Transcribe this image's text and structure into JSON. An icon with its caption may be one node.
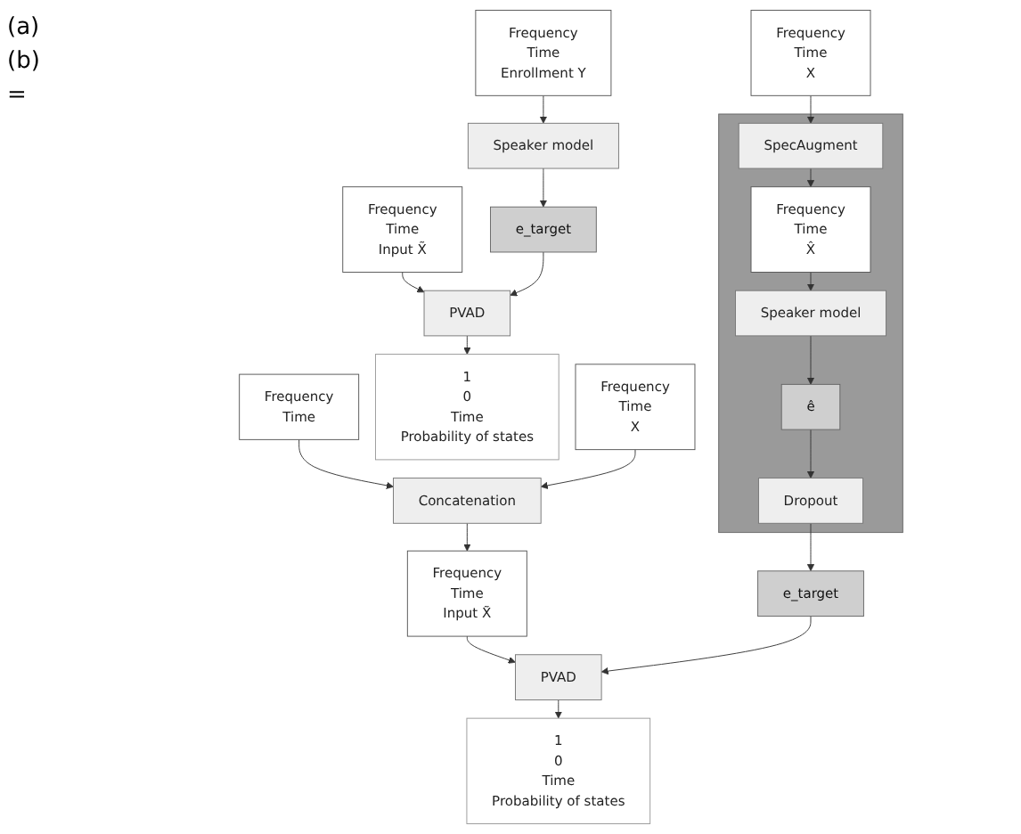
{
  "diagram": {
    "nodes": [
      {
        "text": [
          "Frequency",
          "Time",
          "Input X̃"
        ]
      },
      {
        "text": [
          "Frequency",
          "Time",
          "Enrollment Y"
        ]
      },
      {
        "text": [
          "Speaker model"
        ]
      },
      {
        "text": [
          "e_target"
        ]
      },
      {
        "text": [
          "PVAD"
        ]
      },
      {
        "text": [
          "1",
          "0",
          "Time",
          "Probability of states"
        ]
      },
      {
        "text": [
          "Frequency",
          "Time"
        ]
      },
      {
        "text": [
          "Frequency",
          "Time",
          "X"
        ]
      },
      {
        "text": [
          "Frequency",
          "Time",
          "X"
        ]
      },
      {
        "text": [
          "Concatenation"
        ]
      },
      {
        "text": [
          "Frequency",
          "Time",
          "Input X̃"
        ]
      },
      {
        "text": [],
        "shape": "box"
      },
      {
        "text": [
          "SpecAugment"
        ],
        "in": 11
      },
      {
        "text": [
          "Frequency",
          "Time",
          "X̂"
        ],
        "in": 11
      },
      {
        "text": [
          "Speaker model"
        ],
        "in": 11
      },
      {
        "text": [
          "ê"
        ],
        "in": 11
      },
      {
        "text": [
          "Dropout"
        ],
        "in": 11
      },
      {
        "text": [
          "e_target"
        ]
      },
      {
        "text": [
          "PVAD"
        ]
      },
      {
        "text": [
          "1",
          "0",
          "Time",
          "Probability of states"
        ]
      }
    ],
    "edges": [
      {
        "from": 0,
        "to": 4,
        "arrow": "to"
      },
      {
        "from": 1,
        "to": 2,
        "arrow": "to"
      },
      {
        "from": 2,
        "to": 3,
        "arrow": "to"
      },
      {
        "from": 3,
        "to": 4,
        "arrow": "to"
      },
      {
        "from": 4,
        "to": 5,
        "arrow": "to"
      },
      {
        "from": 6,
        "to": 9,
        "arrow": "to"
      },
      {
        "from": 7,
        "to": 9,
        "arrow": "to"
      },
      {
        "from": 9,
        "to": 10,
        "arrow": "to"
      },
      {
        "from": 8,
        "to": 12,
        "arrow": "to"
      },
      {
        "from": 12,
        "to": 13,
        "arrow": "to"
      },
      {
        "from": 13,
        "to": 14,
        "arrow": "to"
      },
      {
        "from": 14,
        "to": 15,
        "arrow": "to"
      },
      {
        "from": 15,
        "to": 16,
        "arrow": "to"
      },
      {
        "from": 16,
        "to": 17,
        "arrow": "to"
      },
      {
        "from": 10,
        "to": 18,
        "arrow": "to"
      },
      {
        "from": 17,
        "to": 18,
        "arrow": "to"
      },
      {
        "from": 18,
        "to": 19,
        "arrow": "to"
      }
    ],
    "labels": [
      "(a)",
      "(b)",
      "="
    ]
  }
}
